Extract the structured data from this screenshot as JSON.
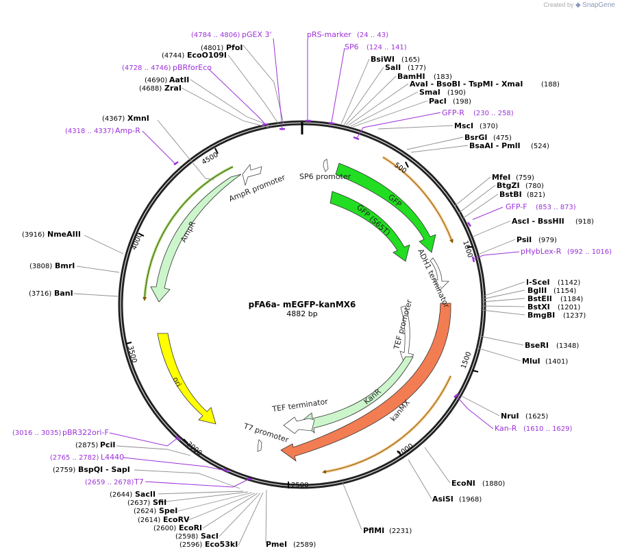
{
  "credit": {
    "text": "Created by",
    "brand": "SnapGene"
  },
  "plasmid": {
    "name": "pFA6a- mEGFP-kanMX6",
    "length": "4882 bp",
    "total_bp": 4882
  },
  "colors": {
    "primer": "#9b30d9",
    "ring": "#222222",
    "gfp": "#22dd22",
    "kanmx": "#f27d52",
    "ampr": "#ccf5cc",
    "ori": "#ffff00",
    "orf": "#f0a030"
  },
  "ticks": [
    "500",
    "1000",
    "1500",
    "2000",
    "2500",
    "3000",
    "3500",
    "4000",
    "4500"
  ],
  "sites": [
    {
      "name": "PfoI",
      "pos": "(4801)"
    },
    {
      "name": "EcoO109I",
      "pos": "(4744)"
    },
    {
      "name": "AatII",
      "pos": "(4690)"
    },
    {
      "name": "ZraI",
      "pos": "(4688)"
    },
    {
      "name": "XmnI",
      "pos": "(4367)"
    },
    {
      "name": "NmeAIII",
      "pos": "(3916)"
    },
    {
      "name": "BmrI",
      "pos": "(3808)"
    },
    {
      "name": "BanI",
      "pos": "(3716)"
    },
    {
      "name": "PciI",
      "pos": "(2875)"
    },
    {
      "name": "BspQI  - SapI",
      "pos": "(2759)"
    },
    {
      "name": "SacII",
      "pos": "(2644)"
    },
    {
      "name": "SfiI",
      "pos": "(2637)"
    },
    {
      "name": "SpeI",
      "pos": "(2624)"
    },
    {
      "name": "EcoRV",
      "pos": "(2614)"
    },
    {
      "name": "EcoRI",
      "pos": "(2600)"
    },
    {
      "name": "SacI",
      "pos": "(2598)"
    },
    {
      "name": "Eco53kI",
      "pos": "(2596)"
    },
    {
      "name": "PmeI",
      "pos": "(2589)"
    },
    {
      "name": "PflMI",
      "pos": "(2231)"
    },
    {
      "name": "AsiSI",
      "pos": "(1968)"
    },
    {
      "name": "EcoNI",
      "pos": "(1880)"
    },
    {
      "name": "NruI",
      "pos": "(1625)"
    },
    {
      "name": "MluI",
      "pos": "(1401)"
    },
    {
      "name": "BseRI",
      "pos": "(1348)"
    },
    {
      "name": "BmgBI",
      "pos": "(1237)"
    },
    {
      "name": "BstXI",
      "pos": "(1201)"
    },
    {
      "name": "BstEII",
      "pos": "(1184)"
    },
    {
      "name": "BglII",
      "pos": "(1154)"
    },
    {
      "name": "I-SceI",
      "pos": "(1142)"
    },
    {
      "name": "PsiI",
      "pos": "(979)"
    },
    {
      "name": "AscI  - BssHII",
      "pos": "(918)"
    },
    {
      "name": "BstBI",
      "pos": "(821)"
    },
    {
      "name": "BtgZI",
      "pos": "(780)"
    },
    {
      "name": "MfeI",
      "pos": "(759)"
    },
    {
      "name": "BsaAI  - PmlI",
      "pos": "(524)"
    },
    {
      "name": "BsrGI",
      "pos": "(475)"
    },
    {
      "name": "MscI",
      "pos": "(370)"
    },
    {
      "name": "PacI",
      "pos": "(198)"
    },
    {
      "name": "SmaI",
      "pos": "(190)"
    },
    {
      "name": "AvaI  - BsoBI  - TspMI  - XmaI",
      "pos": "(188)"
    },
    {
      "name": "BamHI",
      "pos": "(183)"
    },
    {
      "name": "SalI",
      "pos": "(177)"
    },
    {
      "name": "BsiWI",
      "pos": "(165)"
    }
  ],
  "primers": [
    {
      "name": "pGEX 3'",
      "range": "(4784 .. 4806)"
    },
    {
      "name": "pRS-marker",
      "range": "(24 .. 43)"
    },
    {
      "name": "SP6",
      "range": "(124 .. 141)"
    },
    {
      "name": "pBRforEco",
      "range": "(4728 .. 4746)"
    },
    {
      "name": "Amp-R",
      "range": "(4318 .. 4337)"
    },
    {
      "name": "GFP-R",
      "range": "(230 .. 258)"
    },
    {
      "name": "GFP-F",
      "range": "(853 .. 873)"
    },
    {
      "name": "pHybLex-R",
      "range": "(992 .. 1016)"
    },
    {
      "name": "Kan-R",
      "range": "(1610 .. 1629)"
    },
    {
      "name": "pBR322ori-F",
      "range": "(3016 .. 3035)"
    },
    {
      "name": "L4440",
      "range": "(2765 .. 2782)"
    },
    {
      "name": "T7",
      "range": "(2659 .. 2678)"
    }
  ],
  "features": [
    {
      "name": "SP6 promoter"
    },
    {
      "name": "GFP"
    },
    {
      "name": "GFP (S65T)"
    },
    {
      "name": "ADH1 terminator"
    },
    {
      "name": "TEF promoter"
    },
    {
      "name": "KanR"
    },
    {
      "name": "kanMX"
    },
    {
      "name": "TEF terminator"
    },
    {
      "name": "T7 promoter"
    },
    {
      "name": "ori"
    },
    {
      "name": "AmpR"
    },
    {
      "name": "AmpR promoter"
    }
  ]
}
